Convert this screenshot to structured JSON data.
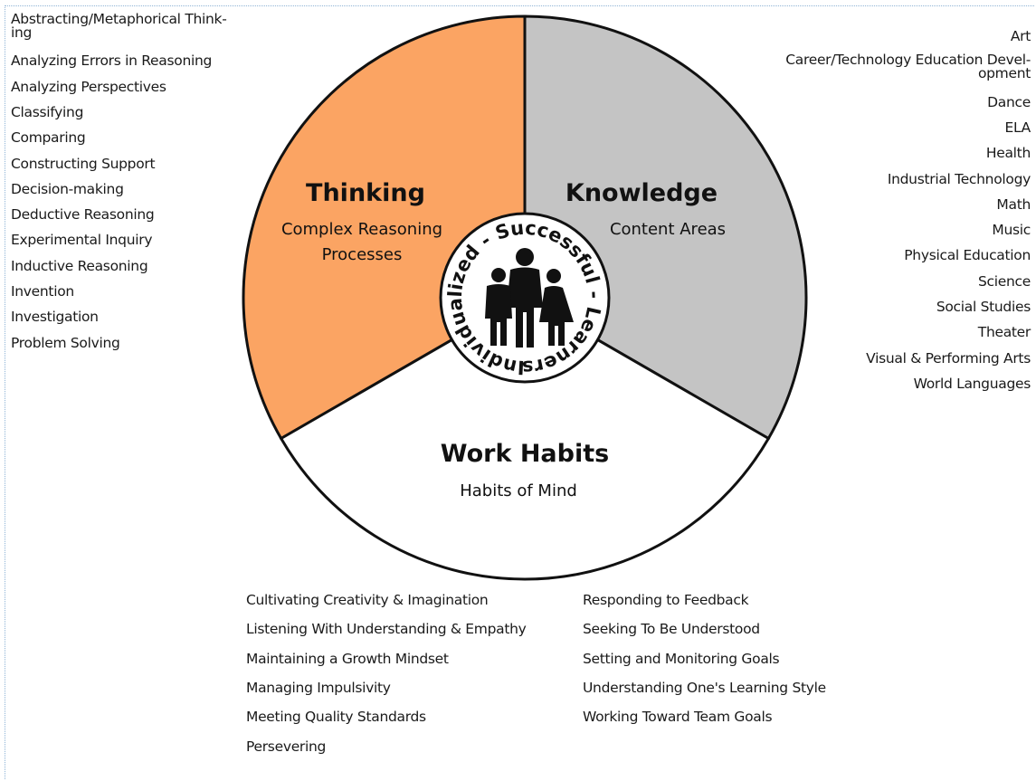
{
  "colors": {
    "thinking": "#fba463",
    "knowledge": "#c4c4c4",
    "work_habits": "#ffffff",
    "outline": "#111111"
  },
  "segments": {
    "thinking": {
      "title": "Thinking",
      "subtitle_line1": "Complex Reasoning",
      "subtitle_line2": "Processes"
    },
    "knowledge": {
      "title": "Knowledge",
      "subtitle": "Content Areas"
    },
    "work_habits": {
      "title": "Work Habits",
      "subtitle": "Habits of Mind"
    }
  },
  "center": {
    "ring_text": "Individualized - Successful - Learners -",
    "icon": "family-icon"
  },
  "thinking_list": [
    "Abstracting/Metaphorical Think-ing",
    "Analyzing Errors in Reasoning",
    "Analyzing Perspectives",
    "Classifying",
    "Comparing",
    "Constructing Support",
    "Decision-making",
    "Deductive Reasoning",
    "Experimental Inquiry",
    "Inductive Reasoning",
    "Invention",
    "Investigation",
    "Problem Solving"
  ],
  "knowledge_list": [
    "Art",
    "Career/Technology Education Devel-opment",
    "Dance",
    "ELA",
    "Health",
    "Industrial Technology",
    "Math",
    "Music",
    "Physical Education",
    "Science",
    "Social Studies",
    "Theater",
    "Visual & Performing Arts",
    "World Languages"
  ],
  "habits_list_left": [
    "Cultivating Creativity & Imagination",
    "Listening With Understanding & Empathy",
    "Maintaining a Growth Mindset",
    "Managing Impulsivity",
    "Meeting Quality Standards",
    "Persevering"
  ],
  "habits_list_right": [
    "Responding to Feedback",
    "Seeking To Be Understood",
    "Setting and Monitoring Goals",
    "Understanding One's Learning Style",
    "Working Toward Team Goals"
  ]
}
